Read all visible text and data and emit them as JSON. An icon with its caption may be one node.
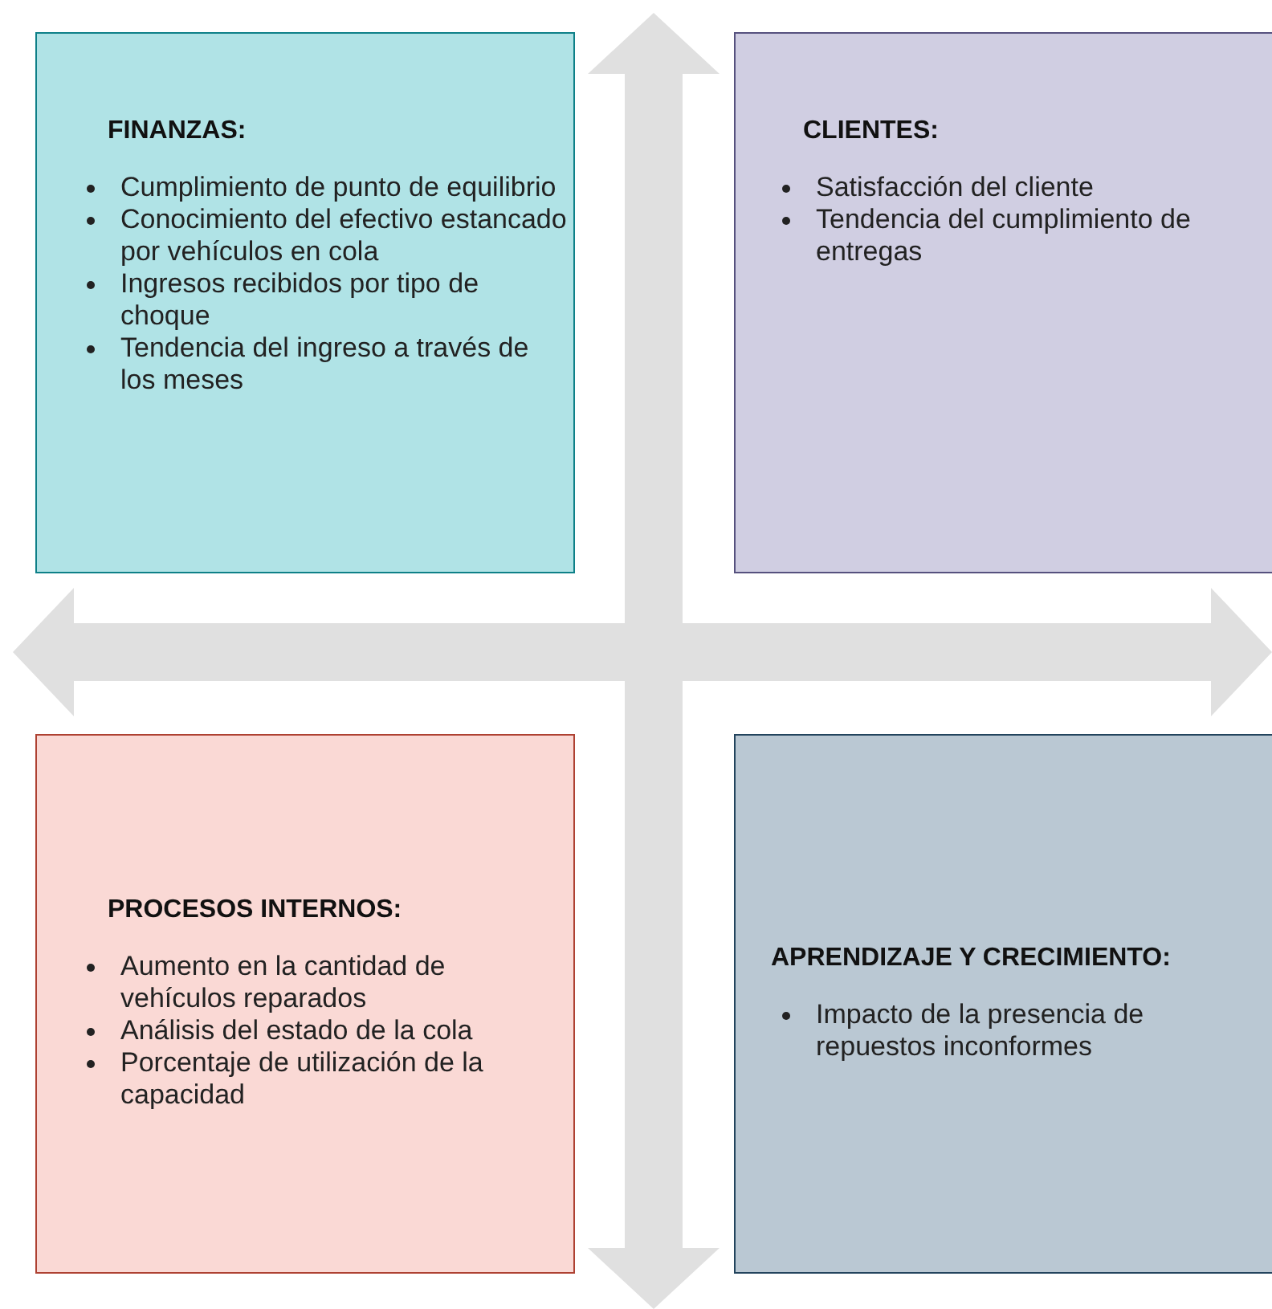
{
  "diagram": {
    "nodes": [
      {
        "text": [
          "FINANZAS:",
          "Cumplimiento de punto de equilibrio",
          "Conocimiento del efectivo estancado por vehículos en cola",
          "Ingresos recibidos por tipo de choque",
          "Tendencia del ingreso a través de los meses"
        ]
      },
      {
        "text": [
          "CLIENTES:",
          "Satisfacción del cliente",
          "Tendencia del cumplimiento de entregas"
        ]
      },
      {
        "text": [
          "PROCESOS INTERNOS:",
          "Aumento en la cantidad de vehículos reparados",
          "Análisis del estado de la cola",
          "Porcentaje de utilización de la capacidad"
        ]
      },
      {
        "text": [
          "APRENDIZAJE Y CRECIMIENTO:",
          "Impacto de la presencia de repuestos inconformes"
        ]
      }
    ],
    "edges": []
  }
}
